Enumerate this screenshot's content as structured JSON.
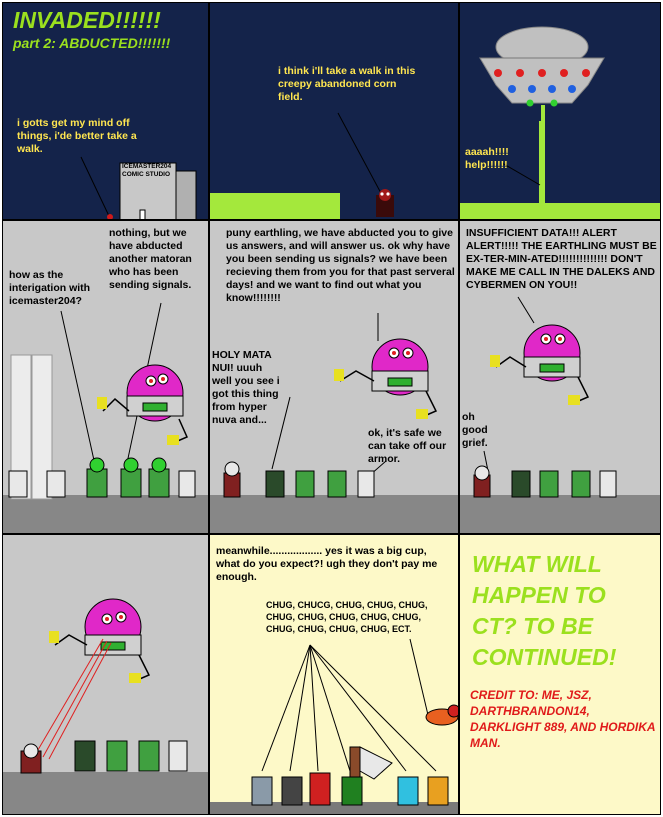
{
  "panel1": {
    "title": "INVADED!!!!!!",
    "subtitle": "part 2: ABDUCTED!!!!!!!",
    "speech": "i gotts get my mind off things, i'de better take a walk.",
    "building_sign": "ICEMASTER204 COMIC STUDIO"
  },
  "panel2": {
    "speech": "i think i'll take a walk in this creepy abandoned corn field."
  },
  "panel3": {
    "speech": "aaaah!!!! help!!!!!!"
  },
  "panel4": {
    "speech_left": "how as the interigation with icemaster204?",
    "speech_right": "nothing, but we have abducted another matoran who has been sending signals."
  },
  "panel5": {
    "speech_alien": "puny earthling, we have abducted you to give us answers, and will answer us. ok why have you been sending us signals? we have been recieving them from you for that past serveral days! and we want to find out what you know!!!!!!!!",
    "speech_captive": "HOLY MATA NUI! uuuh well you see i got this thing from hyper nuva and...",
    "speech_friend": "ok, it's safe we can take off our armor."
  },
  "panel6": {
    "speech_alien": "INSUFFICIENT DATA!!! ALERT ALERT!!!!! THE EARTHLING MUST BE EX-TER-MIN-ATED!!!!!!!!!!!!!! DON'T MAKE ME CALL IN THE DALEKS AND CYBERMEN ON YOU!!",
    "speech_captive": "oh good grief."
  },
  "panel8": {
    "caption": "meanwhile.................. yes it was a big cup, what do you expect?! ugh they don't pay me enough.",
    "chug": "CHUG, CHUCG, CHUG, CHUG, CHUG, CHUG, CHUG, CHUG, CHUG, CHUG, CHUG, CHUG, CHUG, CHUG, ECT."
  },
  "panel9": {
    "headline": "WHAT WILL HAPPEN TO CT? TO BE CONTINUED!",
    "credits": "CREDIT TO: ME, JSZ, DARTHBRANDON14, DARKLIGHT 889, AND HORDIKA MAN."
  },
  "colors": {
    "night_sky": "#14234a",
    "speech_yellow": "#ffe650",
    "title_green": "#9be01e",
    "credit_red": "#e01a1a",
    "alien_pink": "#e028c8",
    "floor": "#878787"
  }
}
